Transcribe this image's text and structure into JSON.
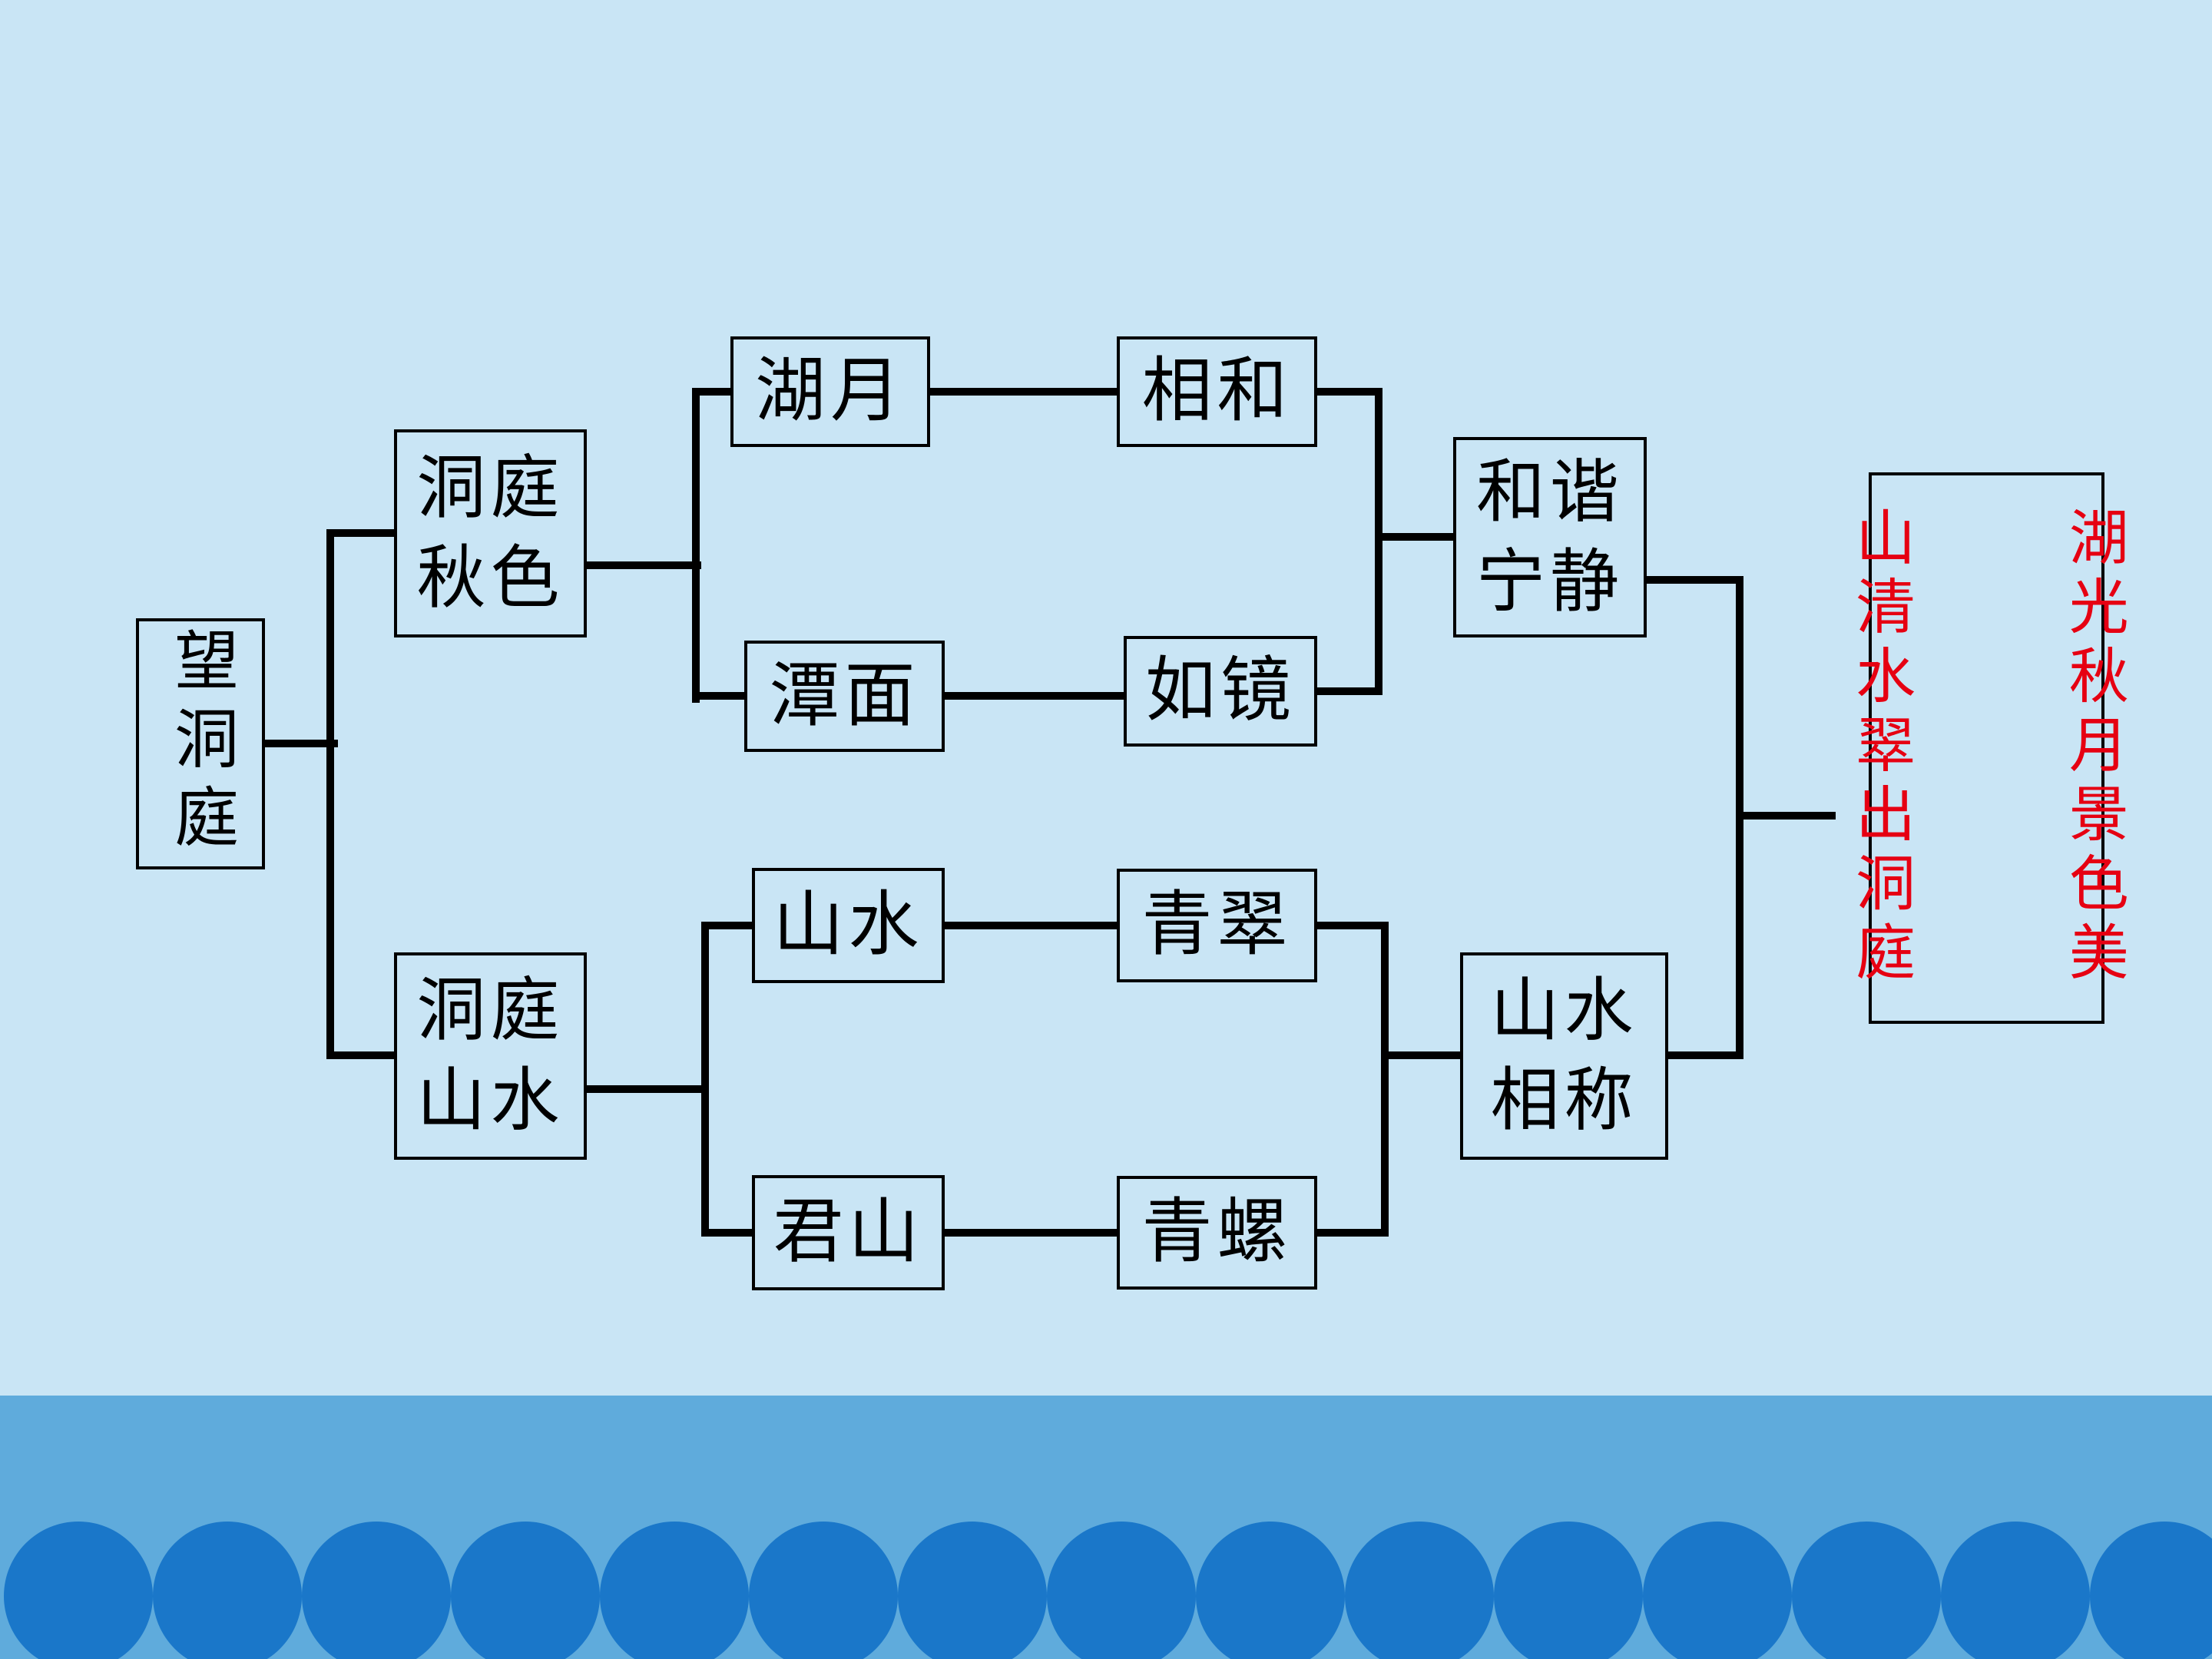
{
  "nodes": {
    "root": "望洞庭",
    "autumn_scene": "洞庭\n秋色",
    "lake_moon": "湖月",
    "blending": "相和",
    "pool_surface": "潭面",
    "like_mirror": "如镜",
    "harmony_tranquil": "和谐\n宁静",
    "mountain_water": "洞庭\n山水",
    "landscape": "山水",
    "verdant": "青翠",
    "jun_mountain": "君山",
    "green_snail": "青螺",
    "scenery_match": "山水\n相称",
    "conclusion_right_column": "湖光秋月景色美",
    "conclusion_left_column": "山清水翠出洞庭"
  },
  "colors": {
    "background": "#c9e5f5",
    "wave_band": "#5fabdc",
    "wave_scallop": "#1a77c9",
    "box_border": "#000000",
    "node_text": "#000000",
    "conclusion_text": "#e60012",
    "connector": "#000000"
  }
}
